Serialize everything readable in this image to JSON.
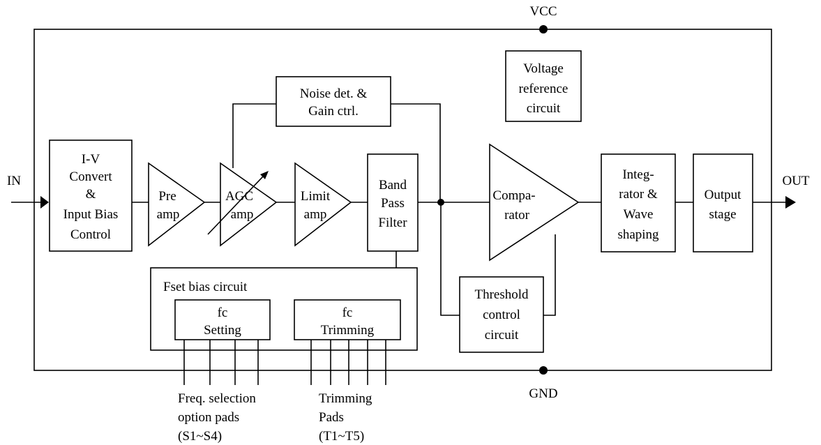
{
  "pins": {
    "vcc": "VCC",
    "gnd": "GND",
    "in": "IN",
    "out": "OUT"
  },
  "blocks": {
    "iv_convert": [
      "I-V",
      "Convert",
      "&",
      "Input Bias",
      "Control"
    ],
    "preamp": [
      "Pre",
      "amp"
    ],
    "agc_amp": [
      "AGC",
      "amp"
    ],
    "limit_amp": [
      "Limit",
      "amp"
    ],
    "band_pass_filter": [
      "Band",
      "Pass",
      "Filter"
    ],
    "noise_det": [
      "Noise det. &",
      "Gain ctrl."
    ],
    "voltage_reference": [
      "Voltage",
      "reference",
      "circuit"
    ],
    "comparator": [
      "Compa-",
      "rator"
    ],
    "integrator": [
      "Integ-",
      "rator &",
      "Wave",
      "shaping"
    ],
    "output_stage": [
      "Output",
      "stage"
    ],
    "threshold_control": [
      "Threshold",
      "control",
      "circuit"
    ],
    "fset_bias": "Fset bias circuit",
    "fc_setting": [
      "fc",
      "Setting"
    ],
    "fc_trimming": [
      "fc",
      "Trimming"
    ]
  },
  "pad_labels": {
    "freq_selection": [
      "Freq. selection",
      "option pads",
      "(S1~S4)"
    ],
    "trimming": [
      "Trimming",
      "Pads",
      "(T1~T5)"
    ]
  }
}
